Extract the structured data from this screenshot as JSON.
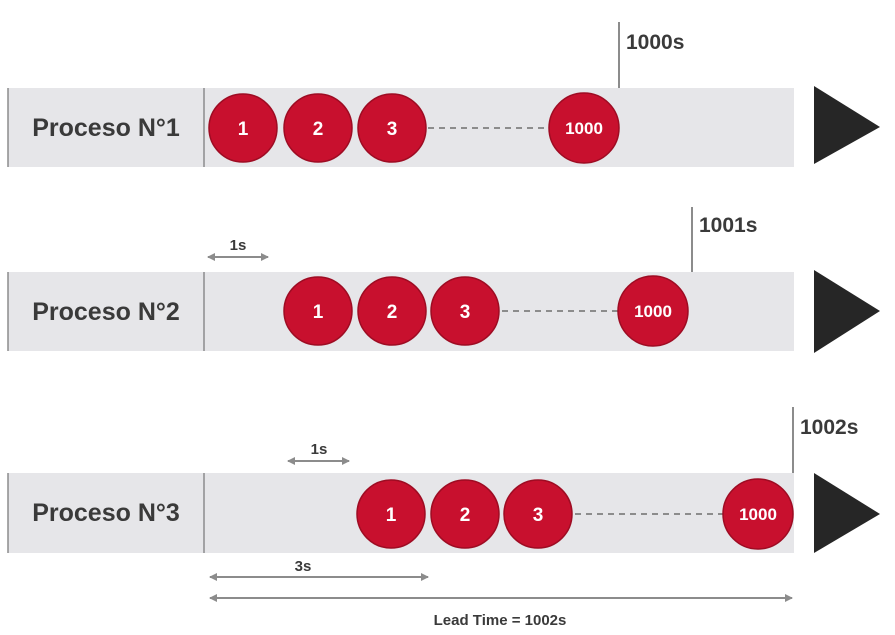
{
  "colors": {
    "band": "#e6e6e9",
    "ball": "#c8102e",
    "ball_stroke": "#9e0c23",
    "ball_text": "#ffffff",
    "arrow": "#262626",
    "line": "#8c8c8c",
    "text": "#3a3a3a"
  },
  "processes": [
    {
      "label": "Proceso N°1",
      "balls": [
        "1",
        "2",
        "3",
        "1000"
      ],
      "end_time": "1000s"
    },
    {
      "label": "Proceso N°2",
      "balls": [
        "1",
        "2",
        "3",
        "1000"
      ],
      "end_time": "1001s",
      "step_label": "1s"
    },
    {
      "label": "Proceso N°3",
      "balls": [
        "1",
        "2",
        "3",
        "1000"
      ],
      "end_time": "1002s",
      "step_label": "1s",
      "offset_label": "3s"
    }
  ],
  "lead_time": "Lead Time = 1002s"
}
